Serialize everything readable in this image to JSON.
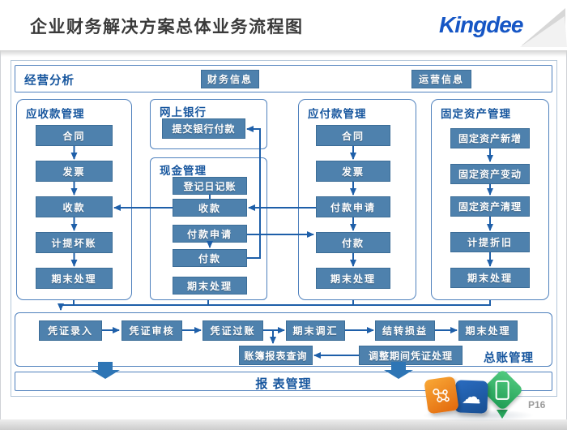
{
  "header": {
    "title": "企业财务解决方案总体业务流程图",
    "logo_text": "Kingdee"
  },
  "analysis": {
    "label": "经营分析",
    "financial_info": "财务信息",
    "operation_info": "运营信息"
  },
  "columns": {
    "receivables": {
      "title": "应收款管理",
      "steps": [
        "合同",
        "发票",
        "收款",
        "计提坏账",
        "期末处理"
      ]
    },
    "online_banking": {
      "title": "网上银行",
      "submit": "提交银行付款"
    },
    "cash": {
      "title": "现金管理",
      "steps": [
        "登记日记账",
        "收款",
        "付款申请",
        "付款",
        "期末处理"
      ]
    },
    "payables": {
      "title": "应付款管理",
      "steps": [
        "合同",
        "发票",
        "付款申请",
        "付款",
        "期末处理"
      ]
    },
    "fixed_assets": {
      "title": "固定资产管理",
      "steps": [
        "固定资产新增",
        "固定资产变动",
        "固定资产清理",
        "计提折旧",
        "期末处理"
      ]
    }
  },
  "general_ledger": {
    "title": "总账管理",
    "row1": [
      "凭证录入",
      "凭证审核",
      "凭证过账",
      "期末调汇",
      "结转损益",
      "期末处理"
    ],
    "row2": [
      "账簿报表查询",
      "调整期间凭证处理"
    ]
  },
  "report": {
    "label": "报 表管理"
  },
  "footer": {
    "page_number": "P16",
    "icons": [
      "molecule-cube-icon",
      "cloud-cube-icon",
      "phone-cube-icon"
    ]
  },
  "colors": {
    "box_fill": "#4E81AD",
    "box_border": "#3C6D97",
    "container_border": "#4F81BD",
    "connector": "#1E5FA9",
    "label_blue": "#17569E",
    "block_arrow": "#2E75B5",
    "kingdee_blue": "#1656C5",
    "title_gray": "#3A3A3A"
  }
}
